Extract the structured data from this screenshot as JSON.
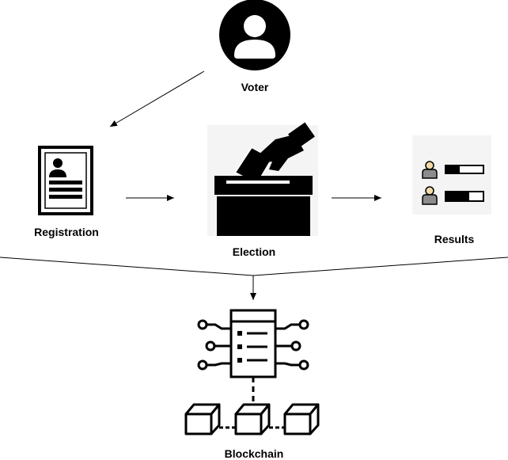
{
  "nodes": {
    "voter": {
      "label": "Voter",
      "icon": "user-avatar-icon"
    },
    "registration": {
      "label": "Registration",
      "icon": "id-document-icon"
    },
    "election": {
      "label": "Election",
      "icon": "ballot-box-icon"
    },
    "results": {
      "label": "Results",
      "icon": "results-bars-icon"
    },
    "blockchain": {
      "label": "Blockchain",
      "icon": "blockchain-ledger-icon"
    }
  },
  "colors": {
    "ink": "#000000",
    "icon_bg": "#f2f2f2",
    "person_head": "#f3d9a8",
    "person_body": "#8c8c8c"
  }
}
